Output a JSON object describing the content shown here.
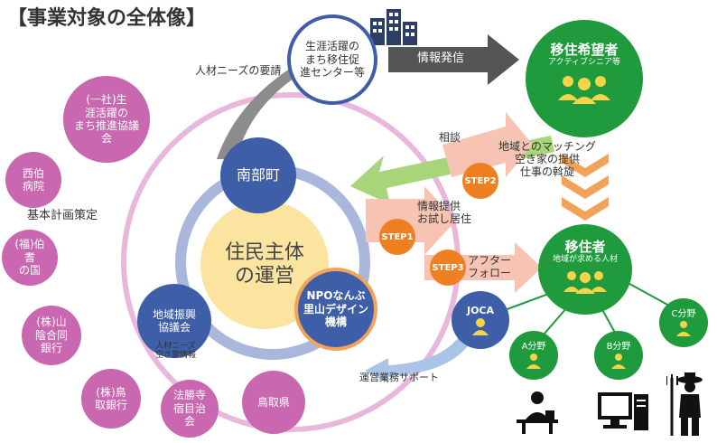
{
  "title": "【事業対象の全体像】",
  "nodes": {
    "center": {
      "line1": "住民主体",
      "line2": "の運営"
    },
    "nanbu": "南部町",
    "chiiki_shinkou": "地域振興\n協議会",
    "npo": "NPOなんぶ\n里山デザイン\n機構",
    "jinzai_note": "人材ニーズ\n空き家情報",
    "support_center": "生涯活躍の\nまち移住促\n進センター等",
    "migrant_hopeful": {
      "title": "移住希望者",
      "sub": "アクティブシニア等"
    },
    "migrant": {
      "title": "移住者",
      "sub": "地域が求める人材"
    },
    "joca": "JOCA",
    "field_a": "A分野",
    "field_b": "B分野",
    "field_c": "C分野"
  },
  "ring_orgs": [
    "(一社)生\n涯活躍の\nまち推進協議\n会",
    "西伯\n病院",
    "(福)伯\n耆\nの国",
    "(株)山\n陰合同\n銀行",
    "(株)鳥\n取銀行",
    "法勝寺\n宿目治\n会",
    "鳥取県"
  ],
  "labels": {
    "kihon_keikaku": "基本計画策定",
    "jinzai_youkou": "人材ニーズの要請",
    "jouhou_hasshin": "情報発信",
    "soudan": "相談",
    "unei_support": "運営業務サポート",
    "step1_text": "情報提供\nお試し居住",
    "step2_text": "地域とのマッチング\n空き家の提供\n仕事の斡旋",
    "step3_text": "アフター\nフォロー"
  },
  "steps": {
    "step1": "STEP1",
    "step2": "STEP2",
    "step3": "STEP3"
  },
  "colors": {
    "pink": "#c968b0",
    "blue": "#3f5ea8",
    "green": "#1f9a3c",
    "orange": "#ef8022",
    "yellow_center": "#fbe3a0",
    "light_green_arrow": "#a8d47a",
    "salmon_arrow": "#f7b6a3"
  },
  "icons": [
    "building-icon",
    "people-icon",
    "person-icon",
    "office-worker-icon",
    "computer-icon",
    "farmer-icon"
  ]
}
